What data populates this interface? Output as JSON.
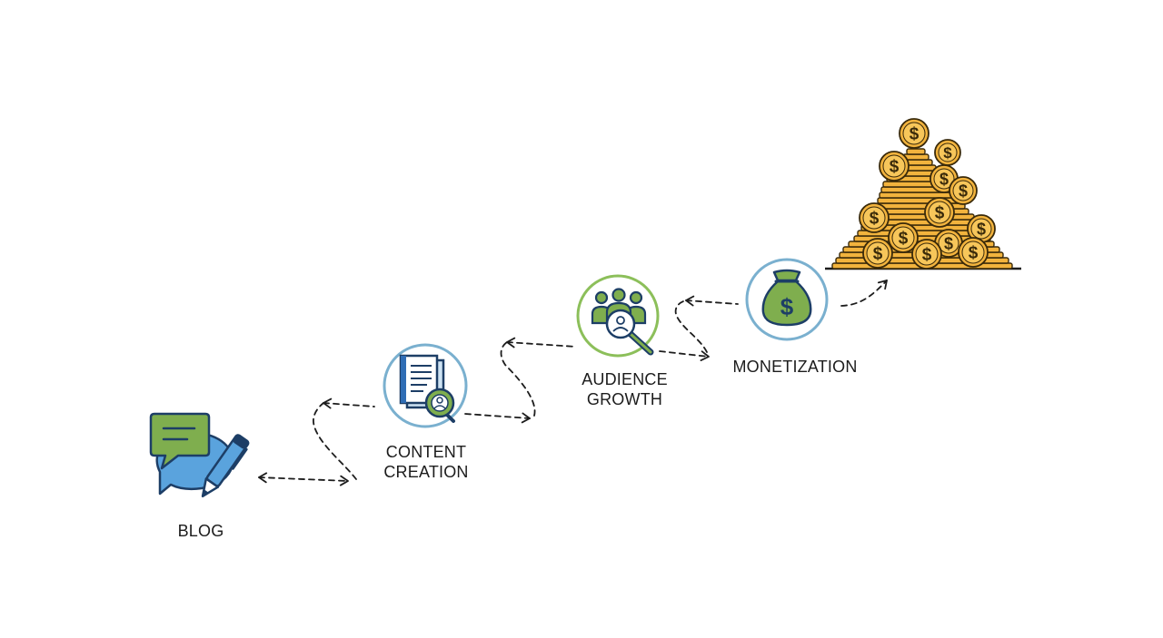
{
  "diagram": {
    "steps": [
      {
        "id": "blog",
        "label": "BLOG",
        "icon": "blog-chat-pen-icon"
      },
      {
        "id": "content",
        "label": "CONTENT\nCREATION",
        "icon": "document-search-icon"
      },
      {
        "id": "audience",
        "label": "AUDIENCE\nGROWTH",
        "icon": "audience-search-icon"
      },
      {
        "id": "monetization",
        "label": "MONETIZATION",
        "icon": "money-bag-icon"
      },
      {
        "id": "revenue",
        "label": "",
        "icon": "coin-pile-icon"
      }
    ],
    "colors": {
      "green": "#7fae4e",
      "blue": "#5aa3dd",
      "navy": "#1d3e66",
      "ring_blue": "#7ab0cf",
      "ring_green": "#8cbf5a",
      "gold": "#f2b33d",
      "ink": "#1c1c1c"
    },
    "coin_symbol": "$"
  }
}
